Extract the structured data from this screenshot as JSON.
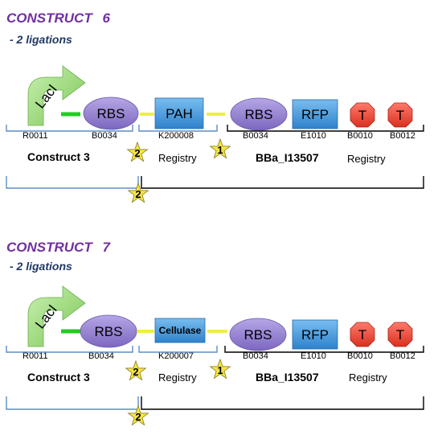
{
  "constructs": [
    {
      "title": "CONSTRUCT",
      "number": "6",
      "subtitle": "- 2 ligations",
      "parts": {
        "promoter": "LacI",
        "rbs1": "RBS",
        "coding": "PAH",
        "rbs2": "RBS",
        "reporter": "RFP",
        "term1": "T",
        "term2": "T"
      },
      "codes": [
        "R0011",
        "B0034",
        "K200008",
        "B0034",
        "E1010",
        "B0010",
        "B0012"
      ],
      "labels": {
        "left": "Construct 3",
        "middle": "Registry",
        "biobrick": "BBa_I13507",
        "right": "Registry"
      },
      "stars": [
        "2",
        "1",
        "2"
      ]
    },
    {
      "title": "CONSTRUCT",
      "number": "7",
      "subtitle": "- 2 ligations",
      "parts": {
        "promoter": "LacI",
        "rbs1": "RBS",
        "coding": "Cellulase",
        "rbs2": "RBS",
        "reporter": "RFP",
        "term1": "T",
        "term2": "T"
      },
      "codes": [
        "R0011",
        "B0034",
        "K200007",
        "B0034",
        "E1010",
        "B0010",
        "B0012"
      ],
      "labels": {
        "left": "Construct 3",
        "middle": "Registry",
        "biobrick": "BBa_I13507",
        "right": "Registry"
      },
      "stars": [
        "2",
        "1",
        "2"
      ]
    }
  ],
  "colors": {
    "title": "#7030a0",
    "subtitle": "#1f3864",
    "rbs": "#8e7cc3",
    "box": "#4f9fd9",
    "terminator": "#e8473a",
    "promoter": "#8ed36b",
    "linker_green": "#22cc22",
    "linker_yellow": "#eeee44",
    "bracket_blue": "#5b8dc9",
    "star": "#f5e642"
  }
}
